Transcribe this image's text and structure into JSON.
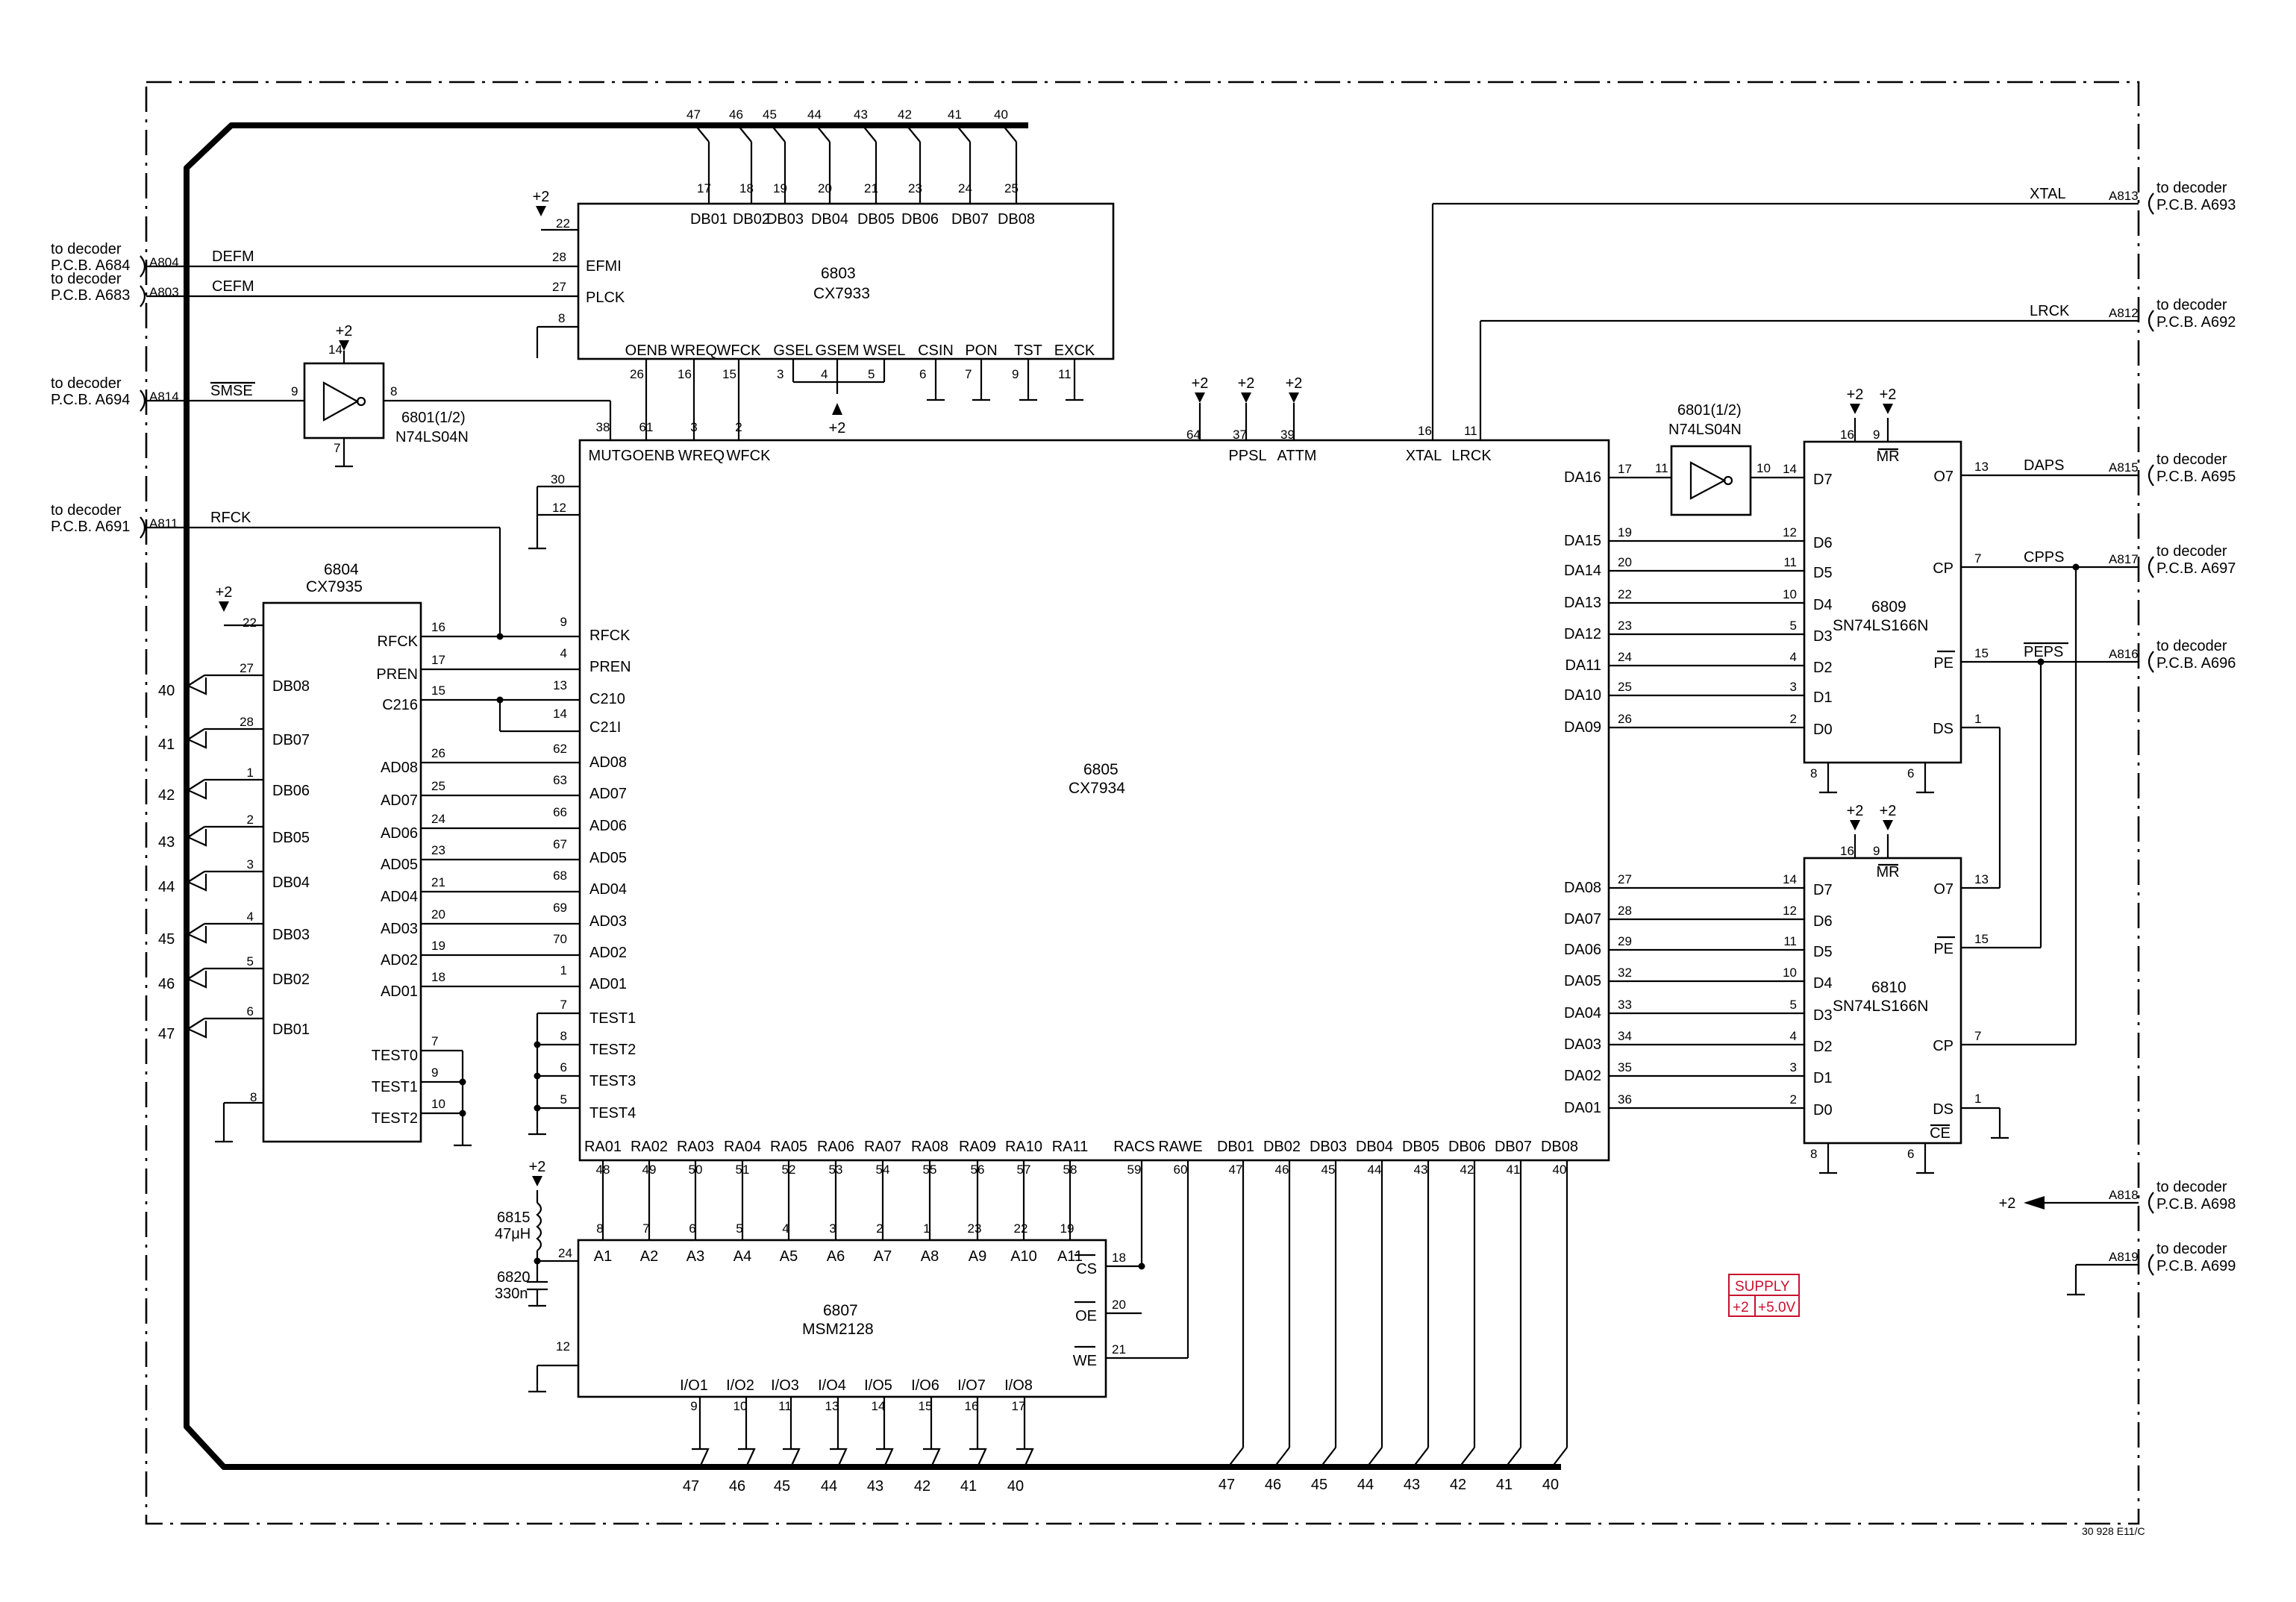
{
  "supply": {
    "title": "SUPPLY",
    "rail": "+2",
    "voltage": "+5.0V",
    "color": "#c8102e"
  },
  "drawing_ref": "30 928 E11/C",
  "ic6803": {
    "ref": "6803",
    "part": "CX7933"
  },
  "ic6804": {
    "ref": "6804",
    "part": "CX7935"
  },
  "ic6805": {
    "ref": "6805",
    "part": "CX7934"
  },
  "ic6807": {
    "ref": "6807",
    "part": "MSM2128"
  },
  "ic6809": {
    "ref": "6809",
    "part": "SN74LS166N"
  },
  "ic6810": {
    "ref": "6810",
    "part": "SN74LS166N"
  },
  "inv_a": {
    "ref": "6801(1/2)",
    "part": "N74LS04N"
  },
  "inv_b": {
    "ref": "6801(1/2)",
    "part": "N74LS04N"
  },
  "l6815": {
    "ref": "6815",
    "value": "47μH"
  },
  "c6820": {
    "ref": "6820",
    "value": "330n"
  },
  "ext_text": "to decoder",
  "left_connectors": [
    {
      "id": "A804",
      "signal": "DEFM",
      "board": "P.C.B. A684"
    },
    {
      "id": "A803",
      "signal": "CEFM",
      "board": "P.C.B. A683"
    },
    {
      "id": "A814",
      "signal": "SMSE",
      "board": "P.C.B. A694"
    },
    {
      "id": "A811",
      "signal": "RFCK",
      "board": "P.C.B. A691"
    }
  ],
  "right_connectors": [
    {
      "id": "A813",
      "signal": "XTAL",
      "board": "P.C.B. A693"
    },
    {
      "id": "A812",
      "signal": "LRCK",
      "board": "P.C.B. A692"
    },
    {
      "id": "A815",
      "signal": "DAPS",
      "board": "P.C.B. A695"
    },
    {
      "id": "A817",
      "signal": "CPPS",
      "board": "P.C.B. A697"
    },
    {
      "id": "A816",
      "signal": "PEPS",
      "board": "P.C.B. A696"
    },
    {
      "id": "A818",
      "signal": "+2",
      "board": "P.C.B. A698"
    },
    {
      "id": "A819",
      "signal": "",
      "board": "P.C.B. A699"
    }
  ],
  "u6803": {
    "top_pins": [
      "17",
      "18",
      "19",
      "20",
      "21",
      "23",
      "24",
      "25"
    ],
    "top_labels": [
      "DB01",
      "DB02",
      "DB03",
      "DB04",
      "DB05",
      "DB06",
      "DB07",
      "DB08"
    ],
    "bus_numbers": [
      "47",
      "46",
      "45",
      "44",
      "43",
      "42",
      "41",
      "40"
    ],
    "bottom_pins": [
      "26",
      "16",
      "15",
      "3",
      "4",
      "5",
      "6",
      "7",
      "9",
      "11"
    ],
    "bottom_labels": [
      "OENB",
      "WREQ",
      "WFCK",
      "GSEL",
      "GSEM",
      "WSEL",
      "CSIN",
      "PON",
      "TST",
      "EXCK"
    ],
    "left_pins": [
      "22",
      "28",
      "27",
      "8"
    ],
    "left_labels": [
      "EFMI",
      "PLCK"
    ]
  },
  "u6804": {
    "left_pins": [
      "22",
      "27",
      "28",
      "1",
      "2",
      "3",
      "4",
      "5",
      "6",
      "8"
    ],
    "left_labels": [
      "DB08",
      "DB07",
      "DB06",
      "DB05",
      "DB04",
      "DB03",
      "DB02",
      "DB01"
    ],
    "bus_numbers": [
      "40",
      "41",
      "42",
      "43",
      "44",
      "45",
      "46",
      "47"
    ],
    "right_pins": [
      "16",
      "17",
      "15",
      "26",
      "25",
      "24",
      "23",
      "21",
      "20",
      "19",
      "18",
      "7",
      "9",
      "10"
    ],
    "right_labels": [
      "RFCK",
      "PREN",
      "C216",
      "AD08",
      "AD07",
      "AD06",
      "AD05",
      "AD04",
      "AD03",
      "AD02",
      "AD01",
      "TEST0",
      "TEST1",
      "TEST2"
    ]
  },
  "u6805": {
    "top_pins": [
      "38",
      "61",
      "3",
      "2",
      "64",
      "37",
      "39",
      "16",
      "11"
    ],
    "top_labels": [
      "MUTG",
      "OENB",
      "WREQ",
      "WFCK",
      "PPSL",
      "ATTM",
      "XTAL",
      "LRCK"
    ],
    "left_pins": [
      "30",
      "12",
      "9",
      "4",
      "13",
      "14",
      "62",
      "63",
      "66",
      "67",
      "68",
      "69",
      "70",
      "1",
      "7",
      "8",
      "6",
      "5"
    ],
    "left_labels": [
      "RFCK",
      "PREN",
      "C210",
      "C21I",
      "AD08",
      "AD07",
      "AD06",
      "AD05",
      "AD04",
      "AD03",
      "AD02",
      "AD01",
      "TEST1",
      "TEST2",
      "TEST3",
      "TEST4"
    ],
    "bottom_pins": [
      "48",
      "49",
      "50",
      "51",
      "52",
      "53",
      "54",
      "55",
      "56",
      "57",
      "58",
      "59",
      "60",
      "47",
      "46",
      "45",
      "44",
      "43",
      "42",
      "41",
      "40"
    ],
    "bottom_labels": [
      "RA01",
      "RA02",
      "RA03",
      "RA04",
      "RA05",
      "RA06",
      "RA07",
      "RA08",
      "RA09",
      "RA10",
      "RA11",
      "RACS",
      "RAWE",
      "DB01",
      "DB02",
      "DB03",
      "DB04",
      "DB05",
      "DB06",
      "DB07",
      "DB08"
    ],
    "right_pins": [
      "17",
      "19",
      "20",
      "22",
      "23",
      "24",
      "25",
      "26",
      "27",
      "28",
      "29",
      "32",
      "33",
      "34",
      "35",
      "36"
    ],
    "right_labels": [
      "DA16",
      "DA15",
      "DA14",
      "DA13",
      "DA12",
      "DA11",
      "DA10",
      "DA09",
      "DA08",
      "DA07",
      "DA06",
      "DA05",
      "DA04",
      "DA03",
      "DA02",
      "DA01"
    ]
  },
  "u6807": {
    "top_pins": [
      "8",
      "7",
      "6",
      "5",
      "4",
      "3",
      "2",
      "1",
      "23",
      "22",
      "19"
    ],
    "top_labels": [
      "A1",
      "A2",
      "A3",
      "A4",
      "A5",
      "A6",
      "A7",
      "A8",
      "A9",
      "A10",
      "A11"
    ],
    "left_pins": [
      "24",
      "12"
    ],
    "right_pins": [
      "18",
      "20",
      "21"
    ],
    "right_labels": [
      "CS",
      "OE",
      "WE"
    ],
    "bottom_pins": [
      "9",
      "10",
      "11",
      "13",
      "14",
      "15",
      "16",
      "17"
    ],
    "bottom_labels": [
      "I/O1",
      "I/O2",
      "I/O3",
      "I/O4",
      "I/O5",
      "I/O6",
      "I/O7",
      "I/O8"
    ],
    "bus_numbers": [
      "47",
      "46",
      "45",
      "44",
      "43",
      "42",
      "41",
      "40"
    ]
  },
  "u6809": {
    "top_pins": [
      "16",
      "9"
    ],
    "top_labels": [
      "MR"
    ],
    "left_pins": [
      "14",
      "12",
      "11",
      "10",
      "5",
      "4",
      "3",
      "2"
    ],
    "left_labels": [
      "D7",
      "D6",
      "D5",
      "D4",
      "D3",
      "D2",
      "D1",
      "D0"
    ],
    "right_pins": [
      "13",
      "7",
      "15",
      "1"
    ],
    "right_labels": [
      "O7",
      "CP",
      "PE",
      "DS"
    ],
    "bottom_pins": [
      "8",
      "6"
    ]
  },
  "u6810": {
    "top_pins": [
      "16",
      "9"
    ],
    "top_labels": [
      "MR"
    ],
    "left_pins": [
      "14",
      "12",
      "11",
      "10",
      "5",
      "4",
      "3",
      "2"
    ],
    "left_labels": [
      "D7",
      "D6",
      "D5",
      "D4",
      "D3",
      "D2",
      "D1",
      "D0"
    ],
    "right_pins": [
      "13",
      "15",
      "7",
      "1"
    ],
    "right_labels": [
      "O7",
      "PE",
      "CP",
      "DS",
      "CE"
    ],
    "bottom_pins": [
      "8",
      "6"
    ]
  },
  "inv_a_pins": {
    "in": "9",
    "out": "8",
    "vcc": "14",
    "gnd": "7"
  },
  "inv_b_pins": {
    "in": "11",
    "out": "10"
  },
  "db_bus_bottom": [
    "47",
    "46",
    "45",
    "44",
    "43",
    "42",
    "41",
    "40"
  ],
  "power": "+2"
}
